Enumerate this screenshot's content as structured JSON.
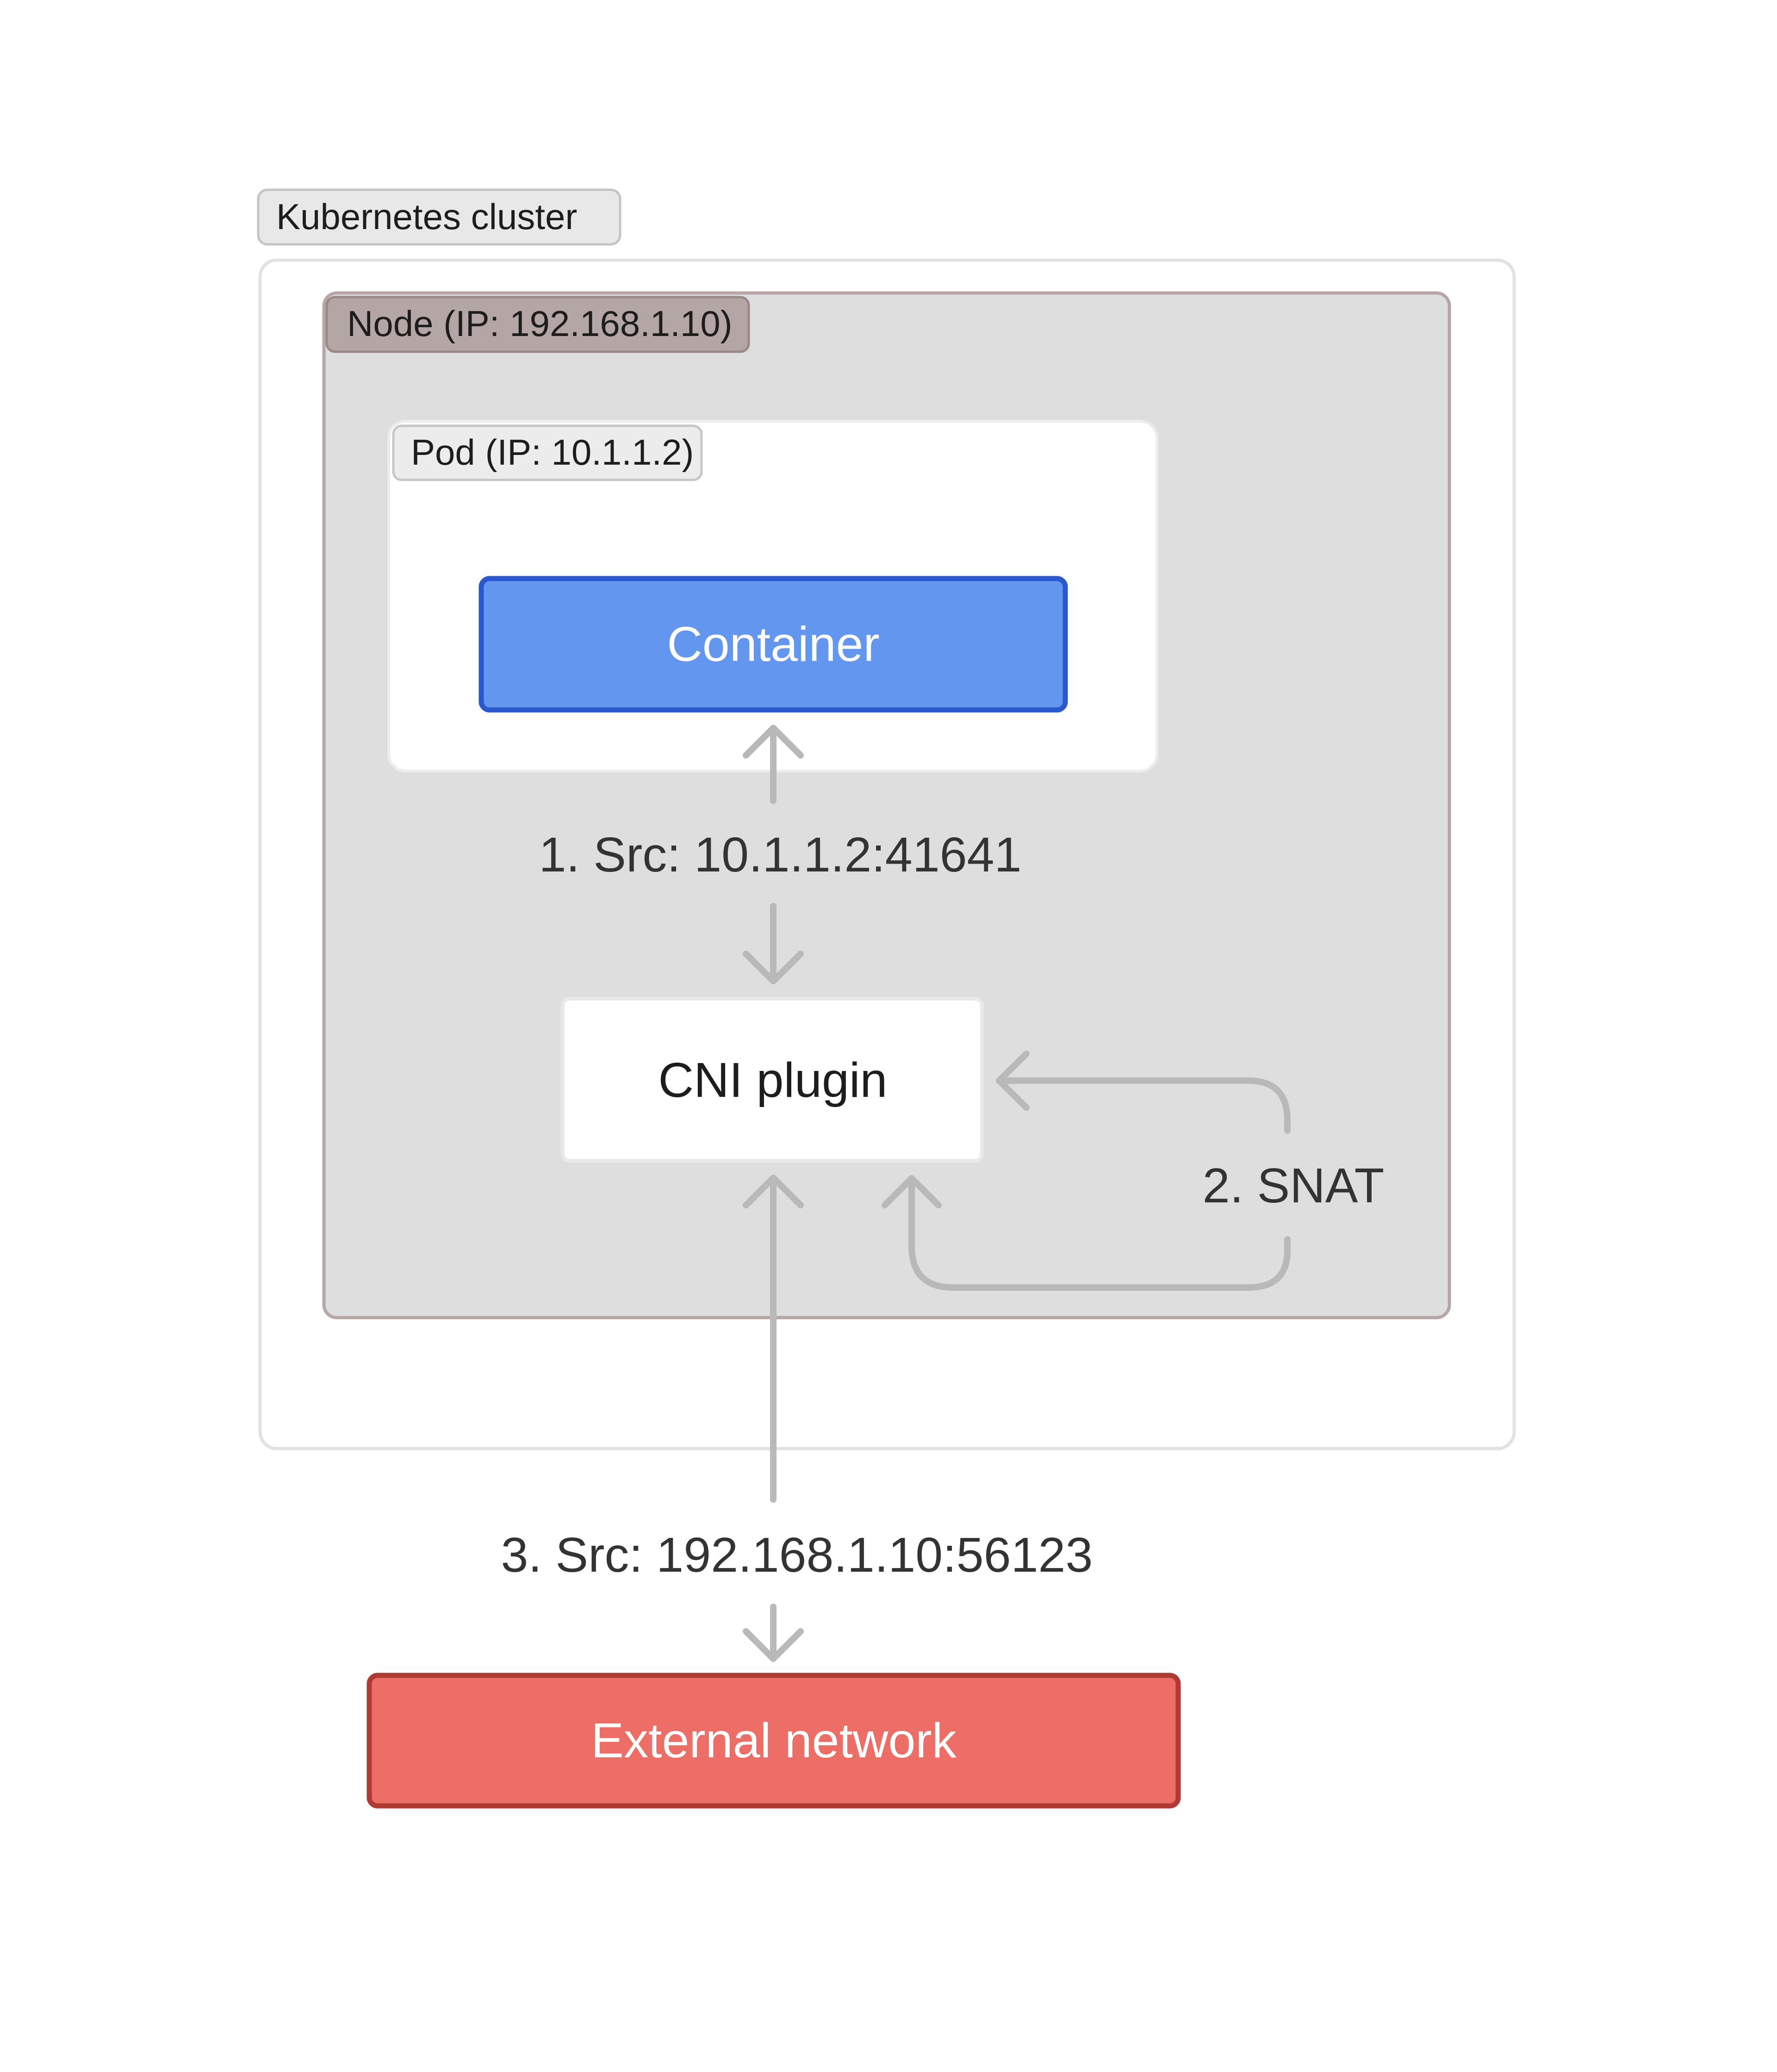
{
  "diagram": {
    "cluster": {
      "label": "Kubernetes cluster"
    },
    "node": {
      "label": "Node (IP: 192.168.1.10)"
    },
    "pod": {
      "label": "Pod (IP: 10.1.1.2)"
    },
    "container": {
      "label": "Container"
    },
    "cni_plugin": {
      "label": "CNI plugin"
    },
    "external_network": {
      "label": "External network"
    },
    "steps": [
      {
        "label": "1. Src: 10.1.1.2:41641"
      },
      {
        "label": "2. SNAT"
      },
      {
        "label": "3. Src: 192.168.1.10:56123"
      }
    ]
  },
  "colors": {
    "cluster_border": "#e2e2e2",
    "tag_fill": "#e8e8e8",
    "tag_border": "#c4c4c4",
    "node_fill": "#dedede",
    "node_border": "#b7a6a6",
    "node_tag_fill": "#b5a6a6",
    "node_tag_border": "#9a8888",
    "pod_fill": "#ffffff",
    "container_fill": "#6396ee",
    "container_border": "#2b58cf",
    "external_fill": "#ec6e66",
    "external_border": "#ad3a33",
    "arrow": "#b9b9b9",
    "text_dark": "#1d1d1d",
    "text_muted": "#333333",
    "text_light": "#ffffff"
  }
}
